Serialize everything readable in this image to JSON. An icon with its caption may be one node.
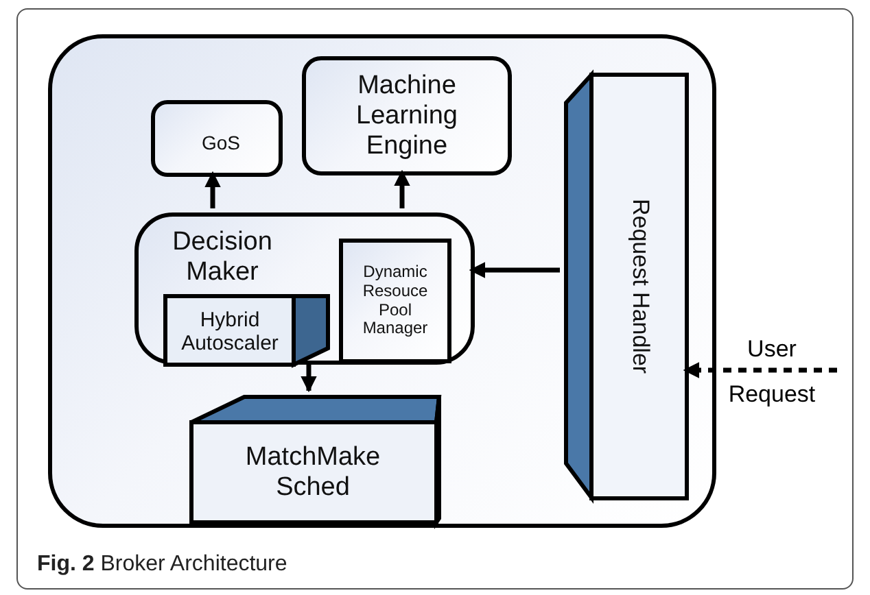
{
  "diagram": {
    "caption": "**Fig. 2** Broker Architecture",
    "nodes": [
      {
        "text": [],
        "shape": "box"
      },
      {
        "text": [
          "GoS"
        ],
        "in": 0
      },
      {
        "text": [
          "Machine Learning Engine"
        ],
        "in": 0
      },
      {
        "text": [
          "Decision Maker"
        ],
        "in": 0
      },
      {
        "text": [
          "Hybrid Autoscaler"
        ],
        "in": 3
      },
      {
        "text": [
          "Dynamic Resouce Pool Manager"
        ],
        "in": 3
      },
      {
        "text": [
          "MatchMake Sched"
        ],
        "in": 0
      },
      {
        "text": [
          "Request Handler"
        ],
        "in": 0
      }
    ],
    "edges": [
      {
        "from": 3,
        "to": 1,
        "arrow": "to"
      },
      {
        "from": 3,
        "to": 2,
        "arrow": "to"
      },
      {
        "from": 7,
        "to": 3,
        "arrow": "to"
      },
      {
        "from": 3,
        "to": 6,
        "arrow": "to"
      },
      {
        "from": null,
        "to": 7,
        "arrow": "to",
        "style": "dashed",
        "label": "User Request"
      }
    ]
  }
}
